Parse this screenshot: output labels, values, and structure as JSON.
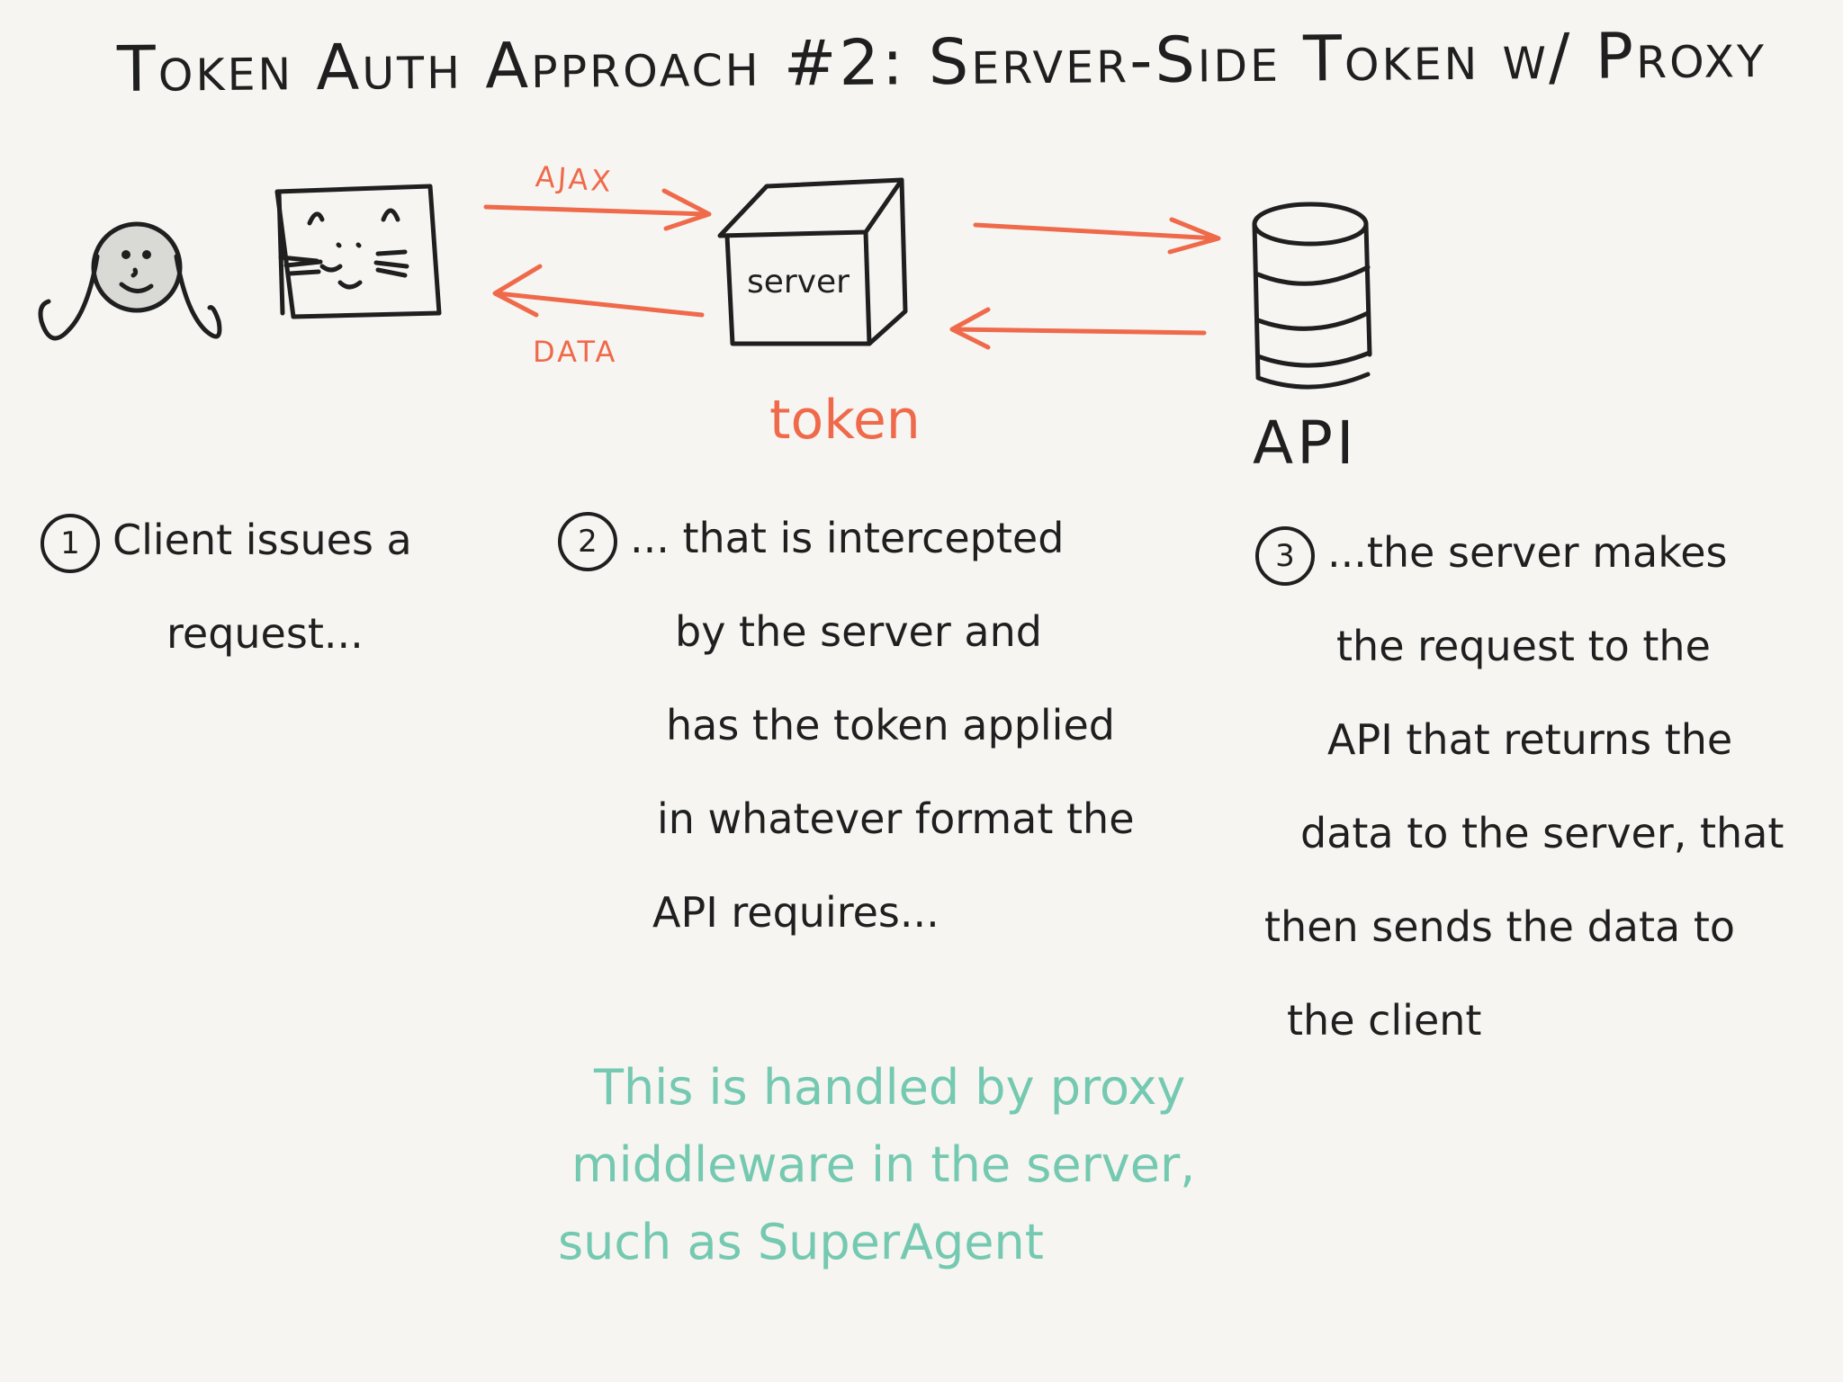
{
  "title": "Token Auth Approach #2: Server-Side Token w/ Proxy",
  "labels": {
    "ajax": "AJAX",
    "data": "DATA",
    "server": "server",
    "token": "token",
    "api": "API"
  },
  "steps": [
    {
      "number": "1",
      "lines": [
        "Client issues a",
        "request..."
      ]
    },
    {
      "number": "2",
      "lines": [
        "... that is intercepted",
        "by the server and",
        "has the token applied",
        "in whatever format the",
        "API requires..."
      ]
    },
    {
      "number": "3",
      "lines": [
        "...the server makes",
        "the request to the",
        "API that returns the",
        "data to the server, that",
        "then sends the data to",
        "the client"
      ]
    }
  ],
  "note": {
    "lines": [
      "This is handled by proxy",
      "middleware in the server,",
      "such as SuperAgent"
    ]
  },
  "colors": {
    "ink": "#1f1f1f",
    "accent": "#ef6a4a",
    "note": "#74c9b0",
    "background": "#f6f5f2"
  }
}
